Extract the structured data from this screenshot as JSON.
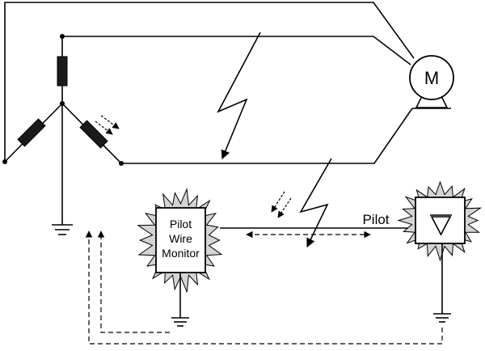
{
  "labels": {
    "monitor_line1": "Pilot",
    "monitor_line2": "Wire",
    "monitor_line3": "Monitor",
    "motor": "M",
    "pilot": "Pilot"
  },
  "colors": {
    "ink": "#000000",
    "resistor_fill": "#1a1a1a",
    "burst_fill": "#d4d4d4",
    "box_fill": "#ffffff",
    "background": "#ffffff"
  },
  "icons": {
    "motor": "motor-circle-icon",
    "diode": "diode-triangle-icon",
    "ground": "ground-icon",
    "fault": "lightning-fault-icon",
    "light": "light-emission-icon"
  }
}
